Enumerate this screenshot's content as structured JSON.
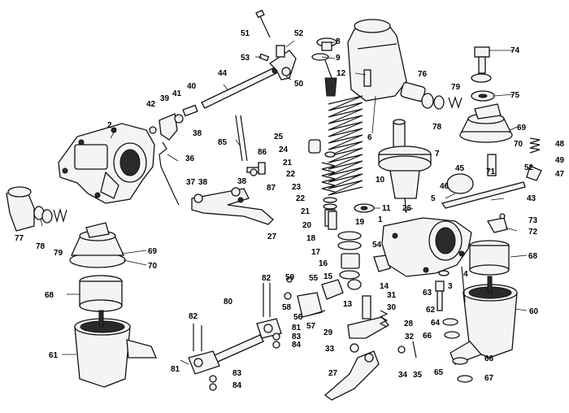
{
  "callouts": [
    "1",
    "2",
    "3",
    "4",
    "5",
    "6",
    "7",
    "8",
    "9",
    "10",
    "11",
    "12",
    "13",
    "14",
    "15",
    "16",
    "17",
    "18",
    "19",
    "20",
    "21",
    "22",
    "23",
    "24",
    "25",
    "26",
    "27",
    "28",
    "29",
    "30",
    "31",
    "32",
    "33",
    "34",
    "35",
    "36",
    "37",
    "38",
    "39",
    "40",
    "41",
    "42",
    "43",
    "44",
    "45",
    "46",
    "47",
    "48",
    "49",
    "50",
    "51",
    "52",
    "53",
    "54",
    "55",
    "56",
    "57",
    "58",
    "59",
    "60",
    "61",
    "62",
    "63",
    "64",
    "65",
    "66",
    "67",
    "68",
    "69",
    "70",
    "71",
    "72",
    "73",
    "74",
    "75",
    "76",
    "77",
    "78",
    "79",
    "80",
    "81",
    "82",
    "83",
    "84",
    "85",
    "86",
    "87"
  ]
}
